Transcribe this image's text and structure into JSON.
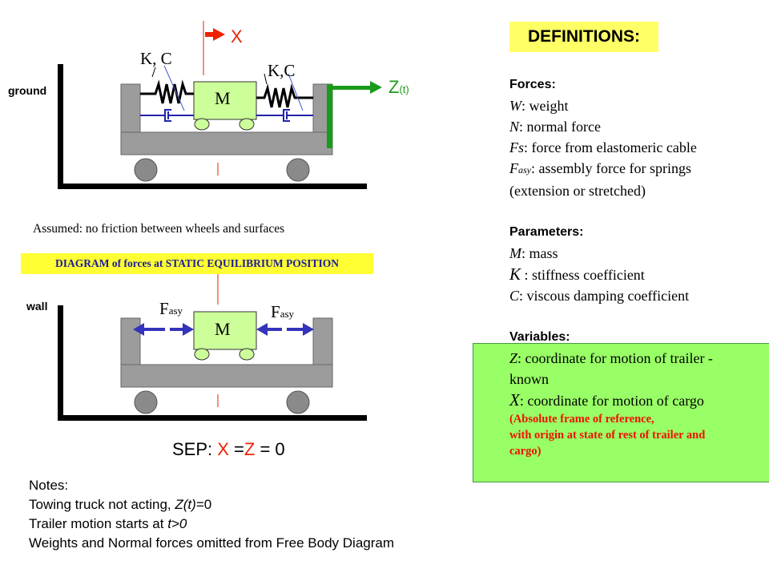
{
  "top_diagram": {
    "ground_label": "ground",
    "mass_label": "M",
    "spring_left_label": "K, C",
    "spring_right_label": "K,C",
    "x_label": "X",
    "z_label_main": "Z",
    "z_label_sub": "(t)"
  },
  "assumption": "Assumed: no friction between wheels and surfaces",
  "static_diagram": {
    "banner": "DIAGRAM of forces at STATIC EQUILIBRIUM POSITION",
    "wall_label": "wall",
    "mass_label": "M",
    "force_main": "F",
    "force_sub": "asy",
    "sep_prefix": "SEP: ",
    "sep_x": "X",
    "sep_eq1": " =",
    "sep_z": "Z",
    "sep_eq2": " = 0"
  },
  "notes": {
    "title": "Notes:",
    "line1_prefix": "Towing truck not acting, ",
    "line1_em": "Z(t)",
    "line1_suffix": "=0",
    "line2_prefix": "Trailer motion starts at ",
    "line2_em": "t>0",
    "line3": "Weights and Normal forces omitted from Free Body Diagram"
  },
  "definitions": {
    "title": "DEFINITIONS:",
    "forces_head": "Forces:",
    "forces": [
      {
        "sym": "W",
        "desc": ": weight"
      },
      {
        "sym": "N",
        "desc": ": normal force"
      },
      {
        "sym": "Fs",
        "desc": ": force from elastomeric cable"
      }
    ],
    "fasy_sym": "F",
    "fasy_sub": "asy",
    "fasy_desc": ": assembly force for springs",
    "fasy_desc2": "(extension or stretched)",
    "params_head": "Parameters:",
    "params": [
      {
        "sym": "M",
        "desc": ": mass"
      },
      {
        "sym": "K",
        "desc": " : stiffness coefficient"
      },
      {
        "sym": "C",
        "desc": ": viscous damping coefficient"
      }
    ],
    "vars_head": "Variables:",
    "var_z_sym": "Z",
    "var_z_desc": ": coordinate for motion of trailer -",
    "var_z_desc2": "known",
    "var_x_sym": "X",
    "var_x_desc": ": coordinate for motion of cargo",
    "red_note_1": "(Absolute frame of reference,",
    "red_note_2": "with origin at state of rest of trailer and",
    "red_note_3": "cargo)"
  },
  "colors": {
    "trailer_gray": "#9c9c9c",
    "arrow_red": "#ee2200",
    "pull_green": "#1a9a1a",
    "force_blue": "#3333bb",
    "banner_yellow": "#ffff33",
    "var_box_green": "#99ff66"
  }
}
